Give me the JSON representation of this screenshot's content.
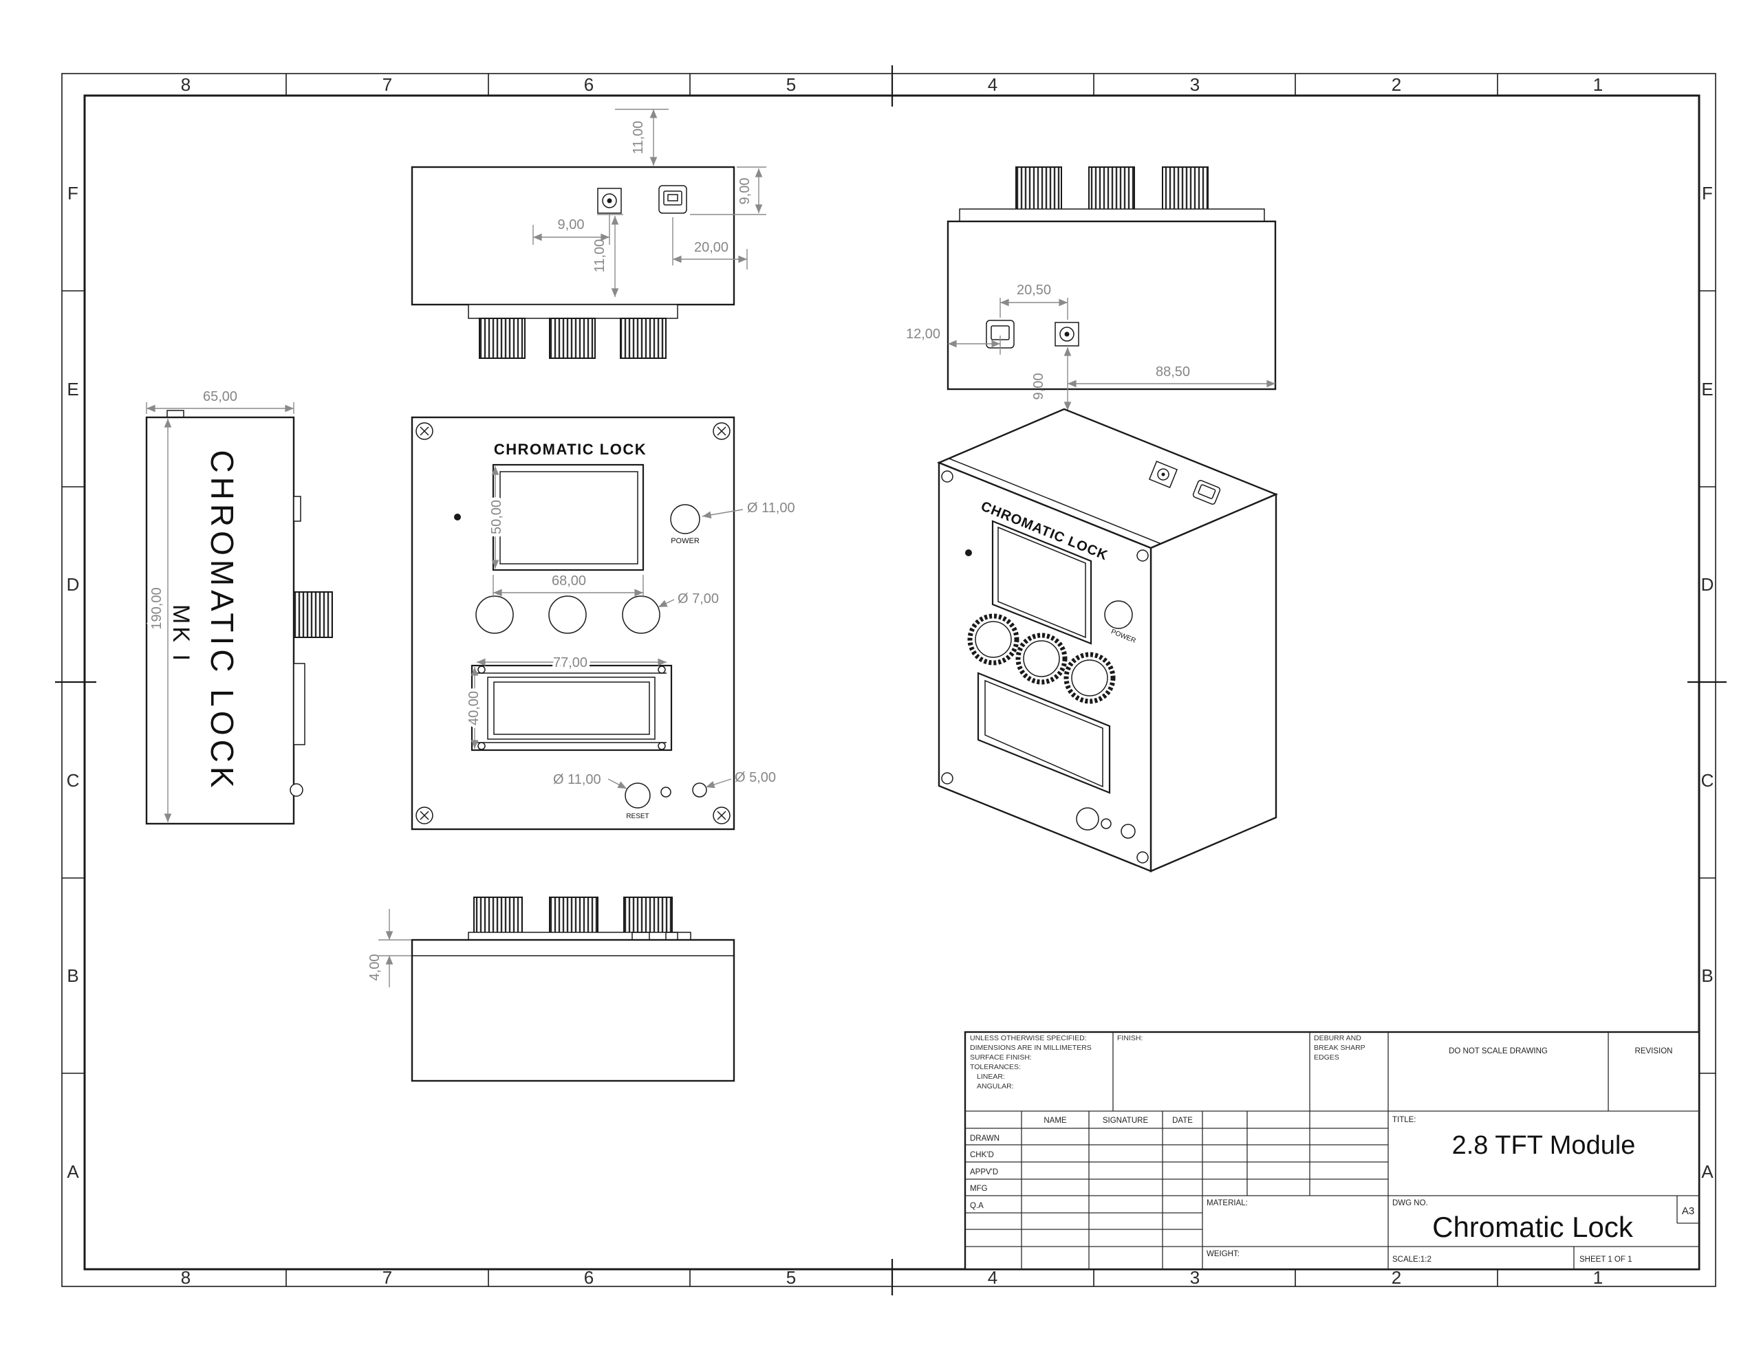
{
  "sheet": {
    "grid_columns": [
      "8",
      "7",
      "6",
      "5",
      "4",
      "3",
      "2",
      "1"
    ],
    "grid_rows": [
      "F",
      "E",
      "D",
      "C",
      "B",
      "A"
    ],
    "colors": {
      "line": "#1a1a1a",
      "dimension": "#8a8a8a"
    }
  },
  "views": {
    "top_view": {
      "dim_usb_offset": "11,00",
      "dim_jack_x": "9,00",
      "dim_jack_y": "11,00",
      "dim_usb_x": "20,00",
      "dim_usb_y": "9,00"
    },
    "back_view": {
      "dim_conn_spacing": "20,50",
      "dim_usb_left": "12,00",
      "dim_jack_right": "88,50",
      "dim_conn_down": "9,00"
    },
    "side_view": {
      "label_line1": "CHROMATIC LOCK",
      "label_line2": "MK I",
      "dim_depth": "65,00",
      "dim_height": "190,00"
    },
    "front_view": {
      "brand": "CHROMATIC LOCK",
      "power_label": "POWER",
      "reset_label": "RESET",
      "dim_screen_h": "50,00",
      "dim_screen_w": "68,00",
      "dim_power_dia": "Ø 11,00",
      "dim_knob_dia": "Ø 7,00",
      "dim_window_w": "77,00",
      "dim_window_h": "40,00",
      "dim_reset_dia": "Ø 11,00",
      "dim_hole_dia": "Ø 5,00"
    },
    "iso_view": {
      "brand": "CHROMATIC LOCK",
      "power_label": "POWER"
    },
    "bottom_view": {
      "dim_lip": "4,00"
    }
  },
  "title_block": {
    "tolerance_lines": [
      "UNLESS OTHERWISE SPECIFIED:",
      "DIMENSIONS ARE IN MILLIMETERS",
      "SURFACE FINISH:",
      "TOLERANCES:",
      "LINEAR:",
      "ANGULAR:"
    ],
    "finish_label": "FINISH:",
    "deburr_lines": [
      "DEBURR AND",
      "BREAK SHARP",
      "EDGES"
    ],
    "do_not_scale": "DO NOT SCALE DRAWING",
    "revision_label": "REVISION",
    "col_name": "NAME",
    "col_signature": "SIGNATURE",
    "col_date": "DATE",
    "row_labels": [
      "DRAWN",
      "CHK'D",
      "APPV'D",
      "MFG",
      "Q.A"
    ],
    "title_label": "TITLE:",
    "title": "2.8 TFT Module",
    "material_label": "MATERIAL:",
    "weight_label": "WEIGHT:",
    "dwg_label": "DWG NO.",
    "dwg_number": "Chromatic Lock",
    "paper_size": "A3",
    "scale_label": "SCALE:1:2",
    "sheet_label": "SHEET 1 OF 1"
  }
}
